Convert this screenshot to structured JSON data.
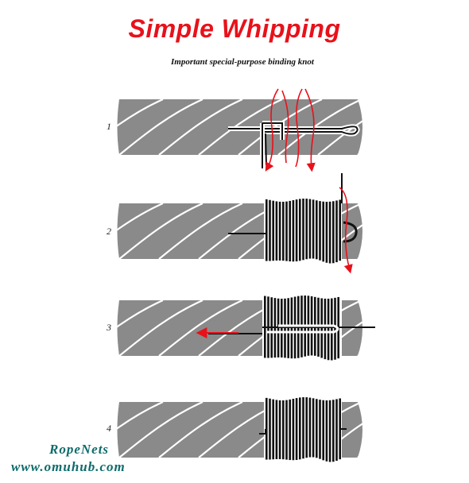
{
  "header": {
    "title": "Simple Whipping",
    "subtitle": "Important special-purpose binding knot"
  },
  "steps": [
    {
      "label": "1"
    },
    {
      "label": "2"
    },
    {
      "label": "3"
    },
    {
      "label": "4"
    }
  ],
  "footer": {
    "brand": "RopeNets",
    "url": "www.omuhub.com"
  },
  "colors": {
    "rope": "#8a8a8a",
    "twine": "#111111",
    "arrow": "#e8111a",
    "brand": "#0e6b6b"
  }
}
